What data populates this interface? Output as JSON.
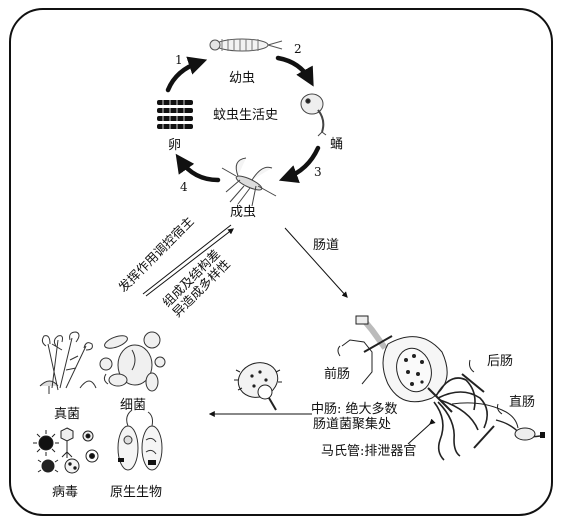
{
  "lifecycle": {
    "center_title": "蚊虫生活史",
    "stages": {
      "larva": "幼虫",
      "pupa": "蛹",
      "adult": "成虫",
      "egg": "卵"
    },
    "step_numbers": [
      "1",
      "2",
      "3",
      "4"
    ]
  },
  "gut": {
    "label": "肠道",
    "foregut": "前肠",
    "hindgut": "后肠",
    "rectum": "直肠",
    "midgut_line1": "中肠: 绝大多数",
    "midgut_line2": "肠道菌聚集处",
    "malpighian": "马氏管:排泄器官"
  },
  "interactions": {
    "regulate_host": "发挥作用调控宿主",
    "composition_line1": "组成及结构差",
    "composition_line2": "异造成多样性"
  },
  "microbes": {
    "fungi": "真菌",
    "bacteria": "细菌",
    "virus": "病毒",
    "protist": "原生生物"
  },
  "colors": {
    "ink": "#111111",
    "background": "#ffffff"
  }
}
